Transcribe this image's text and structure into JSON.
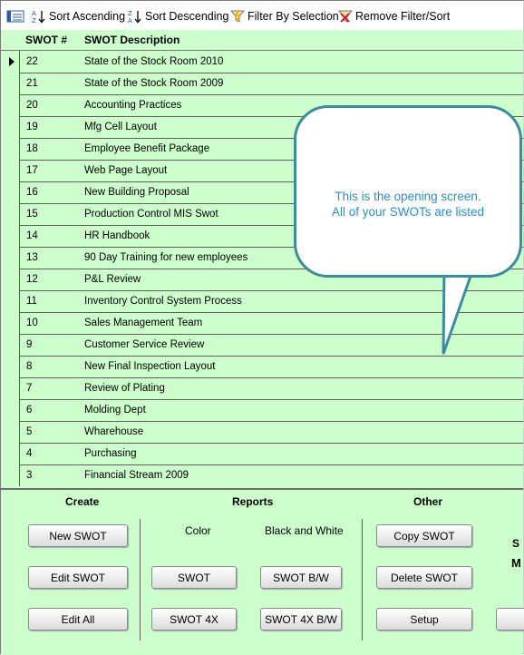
{
  "toolbar": {
    "sort_asc": "Sort Ascending",
    "sort_desc": "Sort Descending",
    "filter_sel": "Filter By Selection",
    "remove_filter": "Remove Filter/Sort"
  },
  "grid": {
    "col_num": "SWOT #",
    "col_desc": "SWOT Description",
    "rows": [
      {
        "num": "22",
        "desc": "State of the Stock Room 2010"
      },
      {
        "num": "21",
        "desc": "State of the Stock Room 2009"
      },
      {
        "num": "20",
        "desc": "Accounting Practices"
      },
      {
        "num": "19",
        "desc": "Mfg Cell Layout"
      },
      {
        "num": "18",
        "desc": "Employee Benefit Package"
      },
      {
        "num": "17",
        "desc": "Web Page Layout"
      },
      {
        "num": "16",
        "desc": "New Building Proposal"
      },
      {
        "num": "15",
        "desc": "Production Control MIS Swot"
      },
      {
        "num": "14",
        "desc": "HR Handbook"
      },
      {
        "num": "13",
        "desc": "90 Day Training for new employees"
      },
      {
        "num": "12",
        "desc": "P&L Review"
      },
      {
        "num": "11",
        "desc": "Inventory Control System Process"
      },
      {
        "num": "10",
        "desc": "Sales Management Team"
      },
      {
        "num": "9",
        "desc": "Customer Service Review"
      },
      {
        "num": "8",
        "desc": "New Final Inspection Layout"
      },
      {
        "num": "7",
        "desc": "Review of Plating"
      },
      {
        "num": "6",
        "desc": "Molding Dept"
      },
      {
        "num": "5",
        "desc": "Wharehouse"
      },
      {
        "num": "4",
        "desc": "Purchasing"
      },
      {
        "num": "3",
        "desc": "Financial Stream 2009"
      }
    ]
  },
  "callout": {
    "line1": "This is the opening screen.",
    "line2": "All of your SWOTs are listed"
  },
  "panel": {
    "create_title": "Create",
    "reports_title": "Reports",
    "other_title": "Other",
    "color_label": "Color",
    "bw_label": "Black and White",
    "new_swot": "New SWOT",
    "edit_swot": "Edit SWOT",
    "edit_all": "Edit All",
    "swot": "SWOT",
    "swot_4x": "SWOT 4X",
    "swot_bw": "SWOT B/W",
    "swot_4x_bw": "SWOT 4X B/W",
    "copy_swot": "Copy SWOT",
    "delete_swot": "Delete SWOT",
    "setup": "Setup",
    "edge_s": "S",
    "edge_m": "M"
  },
  "colors": {
    "grid_bg": "#ccffcc",
    "callout_border": "#3e8b9c",
    "callout_text": "#2e8ec0"
  }
}
